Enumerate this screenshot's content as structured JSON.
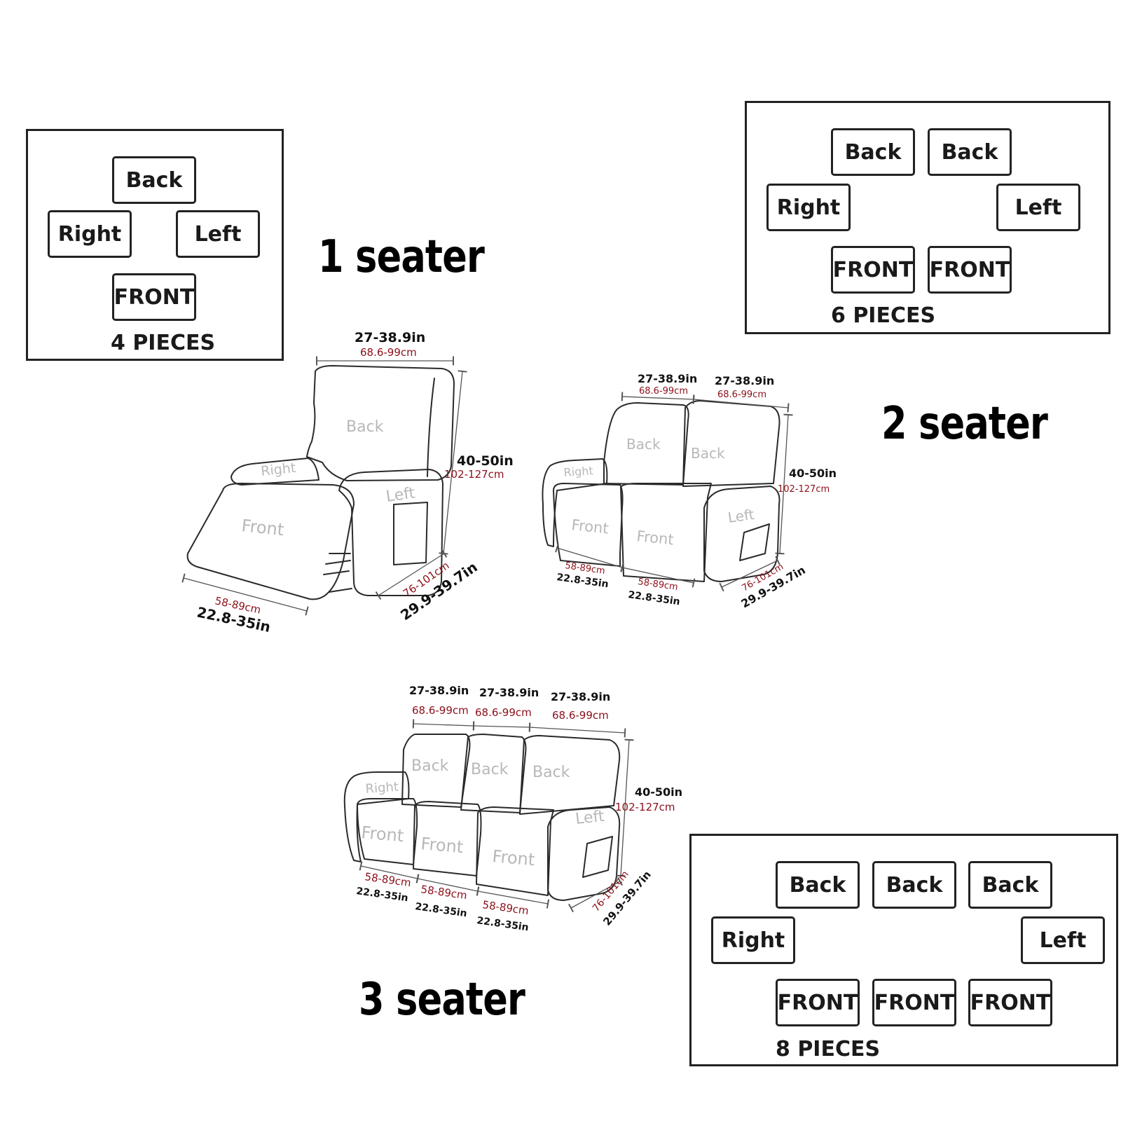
{
  "colors": {
    "outline": "#222222",
    "cm_text": "#8b0f1a",
    "part_label": "#b8b8b8"
  },
  "one_seater": {
    "title": "1 seater",
    "box": {
      "back": "Back",
      "right": "Right",
      "left": "Left",
      "front": "FRONT",
      "pieces": "4 PIECES"
    },
    "parts": {
      "back": "Back",
      "right": "Right",
      "left": "Left",
      "front": "Front"
    },
    "dims": {
      "width_in": "27-38.9in",
      "width_cm": "68.6-99cm",
      "height_in": "40-50in",
      "height_cm": "102-127cm",
      "depth_cm": "76-101cm",
      "depth_in": "29.9-39.7in",
      "seat_cm": "58-89cm",
      "seat_in": "22.8-35in"
    }
  },
  "two_seater": {
    "title": "2 seater",
    "box": {
      "backs": [
        "Back",
        "Back"
      ],
      "right": "Right",
      "left": "Left",
      "fronts": [
        "FRONT",
        "FRONT"
      ],
      "pieces": "6 PIECES"
    },
    "parts": {
      "backs": [
        "Back",
        "Back"
      ],
      "right": "Right",
      "left": "Left",
      "fronts": [
        "Front",
        "Front"
      ]
    },
    "dims": {
      "width_in": [
        "27-38.9in",
        "27-38.9in"
      ],
      "width_cm": [
        "68.6-99cm",
        "68.6-99cm"
      ],
      "height_in": "40-50in",
      "height_cm": "102-127cm",
      "depth_cm": "76-101cm",
      "depth_in": "29.9-39.7in",
      "seat_cm": [
        "58-89cm",
        "58-89cm"
      ],
      "seat_in": [
        "22.8-35in",
        "22.8-35in"
      ]
    }
  },
  "three_seater": {
    "title": "3 seater",
    "box": {
      "backs": [
        "Back",
        "Back",
        "Back"
      ],
      "right": "Right",
      "left": "Left",
      "fronts": [
        "FRONT",
        "FRONT",
        "FRONT"
      ],
      "pieces": "8 PIECES"
    },
    "parts": {
      "backs": [
        "Back",
        "Back",
        "Back"
      ],
      "right": "Right",
      "left": "Left",
      "fronts": [
        "Front",
        "Front",
        "Front"
      ]
    },
    "dims": {
      "width_in": [
        "27-38.9in",
        "27-38.9in",
        "27-38.9in"
      ],
      "width_cm": [
        "68.6-99cm",
        "68.6-99cm",
        "68.6-99cm"
      ],
      "height_in": "40-50in",
      "height_cm": "102-127cm",
      "depth_cm": "76-101cm",
      "depth_in": "29.9-39.7in",
      "seat_cm": [
        "58-89cm",
        "58-89cm",
        "58-89cm"
      ],
      "seat_in": [
        "22.8-35in",
        "22.8-35in",
        "22.8-35in"
      ]
    }
  }
}
